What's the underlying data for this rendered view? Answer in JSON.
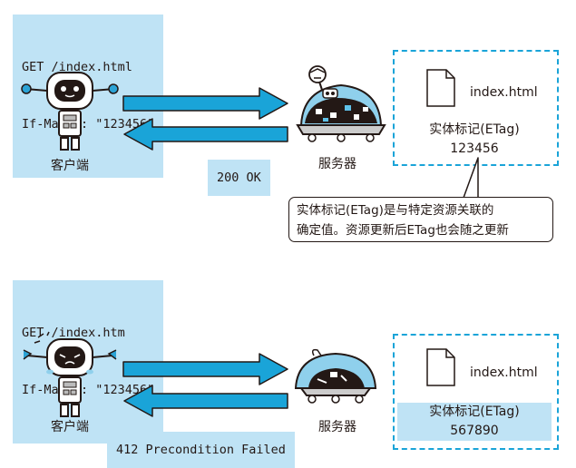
{
  "top": {
    "request_lines": [
      "GET /index.html",
      "If-Match: \"123456\""
    ],
    "client_label": "客户端",
    "server_label": "服务器",
    "response": "200 OK",
    "file": {
      "name": "index.html",
      "etag_title": "实体标记(ETag)",
      "etag_value": "123456"
    },
    "note": {
      "line1": "实体标记(ETag)是与特定资源关联的",
      "line2": "确定值。资源更新后ETag也会随之更新"
    }
  },
  "bottom": {
    "request_lines": [
      "GET /index.htm",
      "If-Match: \"123456\""
    ],
    "client_label": "客户端",
    "server_label": "服务器",
    "response": "412 Precondition Failed",
    "file": {
      "name": "index.html",
      "etag_title": "实体标记(ETag)",
      "etag_value": "567890"
    }
  },
  "colors": {
    "accent_blue": "#1aa4d8",
    "highlight_blue": "#bfe3f5",
    "ink": "#231815"
  }
}
